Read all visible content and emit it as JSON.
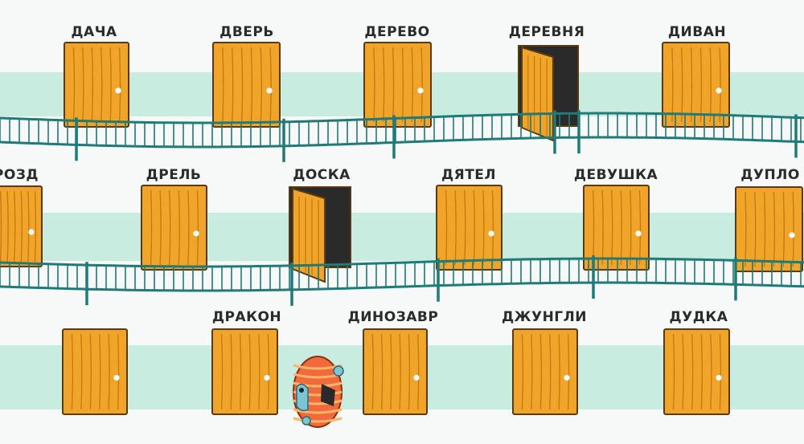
{
  "rows": [
    {
      "doors": [
        {
          "label": "ДАЧА",
          "open": false
        },
        {
          "label": "ДВЕРЬ",
          "open": false
        },
        {
          "label": "ДЕРЕВО",
          "open": false
        },
        {
          "label": "ДЕРЕВНЯ",
          "open": true
        },
        {
          "label": "ДИВАН",
          "open": false
        }
      ]
    },
    {
      "doors": [
        {
          "label": "РОЗД",
          "open": false
        },
        {
          "label": "ДРЕЛЬ",
          "open": false
        },
        {
          "label": "ДОСКА",
          "open": true
        },
        {
          "label": "ДЯТЕЛ",
          "open": false
        },
        {
          "label": "ДЕВУШКА",
          "open": false
        },
        {
          "label": "ДУПЛО",
          "open": false
        }
      ]
    },
    {
      "doors": [
        {
          "label": "",
          "open": false
        },
        {
          "label": "ДРАКОН",
          "open": false
        },
        {
          "label": "ДИНОЗАВР",
          "open": false
        },
        {
          "label": "ДЖУНГЛИ",
          "open": false
        },
        {
          "label": "ДУДКА",
          "open": false
        }
      ]
    }
  ],
  "colors": {
    "door": "#f0a52a",
    "door_line": "#c77a10",
    "outline": "#5a3a10",
    "band": "#c9ece1",
    "rail": "#1f7a7a",
    "label": "#2b2b2b"
  },
  "icons": {
    "character": "orange-blob-monster-icon"
  }
}
